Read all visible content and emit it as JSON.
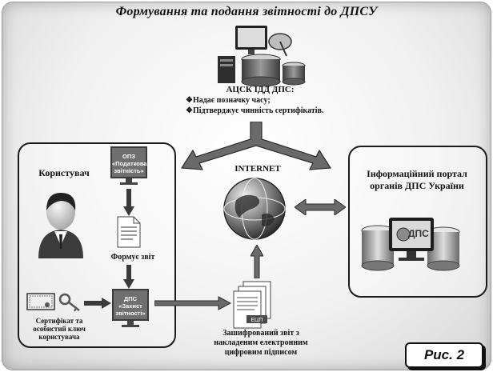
{
  "title": "Формування та подання звітності до ДПСУ",
  "server_title": "АЦСК ІДД ДПС:",
  "server_items": [
    "Надає позначку часу;",
    "Підтверджує чинність сертифікатів."
  ],
  "internet_label": "INTERNET",
  "user_label": "Користувач",
  "opz_box": "ОПЗ «Податкова звітність»",
  "forms_report": "Формує звіт",
  "dps_box": "ДПС «Захист звітності»",
  "certificate_label": "Сертифікат та особистий ключ користувача",
  "portal_title": "Інформаційний портал органів ДПС України",
  "portal_logo_text": "ДПС",
  "encrypted_label": "Зашифрований звіт з накладеним електронним цифровим підписом",
  "figure_label": "Рис. 2"
}
